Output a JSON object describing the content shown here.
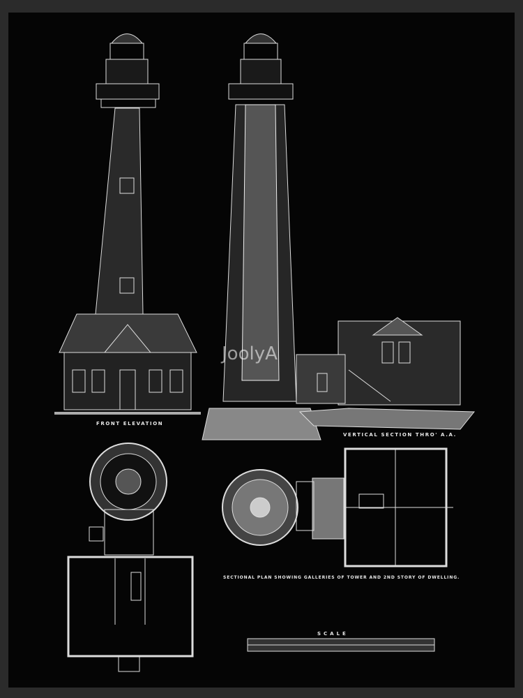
{
  "labels": {
    "front_elevation": "FRONT ELEVATION",
    "vertical_section": "VERTICAL SECTION THRO' A.A.",
    "sectional_plan": "SECTIONAL PLAN SHOWING GALLERIES OF TOWER AND 2ND STORY OF DWELLING.",
    "scale": "SCALE"
  },
  "watermark": "JoolyA",
  "colors": {
    "background": "#050505",
    "frame": "#2b2b2b",
    "lines": "#e8e8e8"
  }
}
